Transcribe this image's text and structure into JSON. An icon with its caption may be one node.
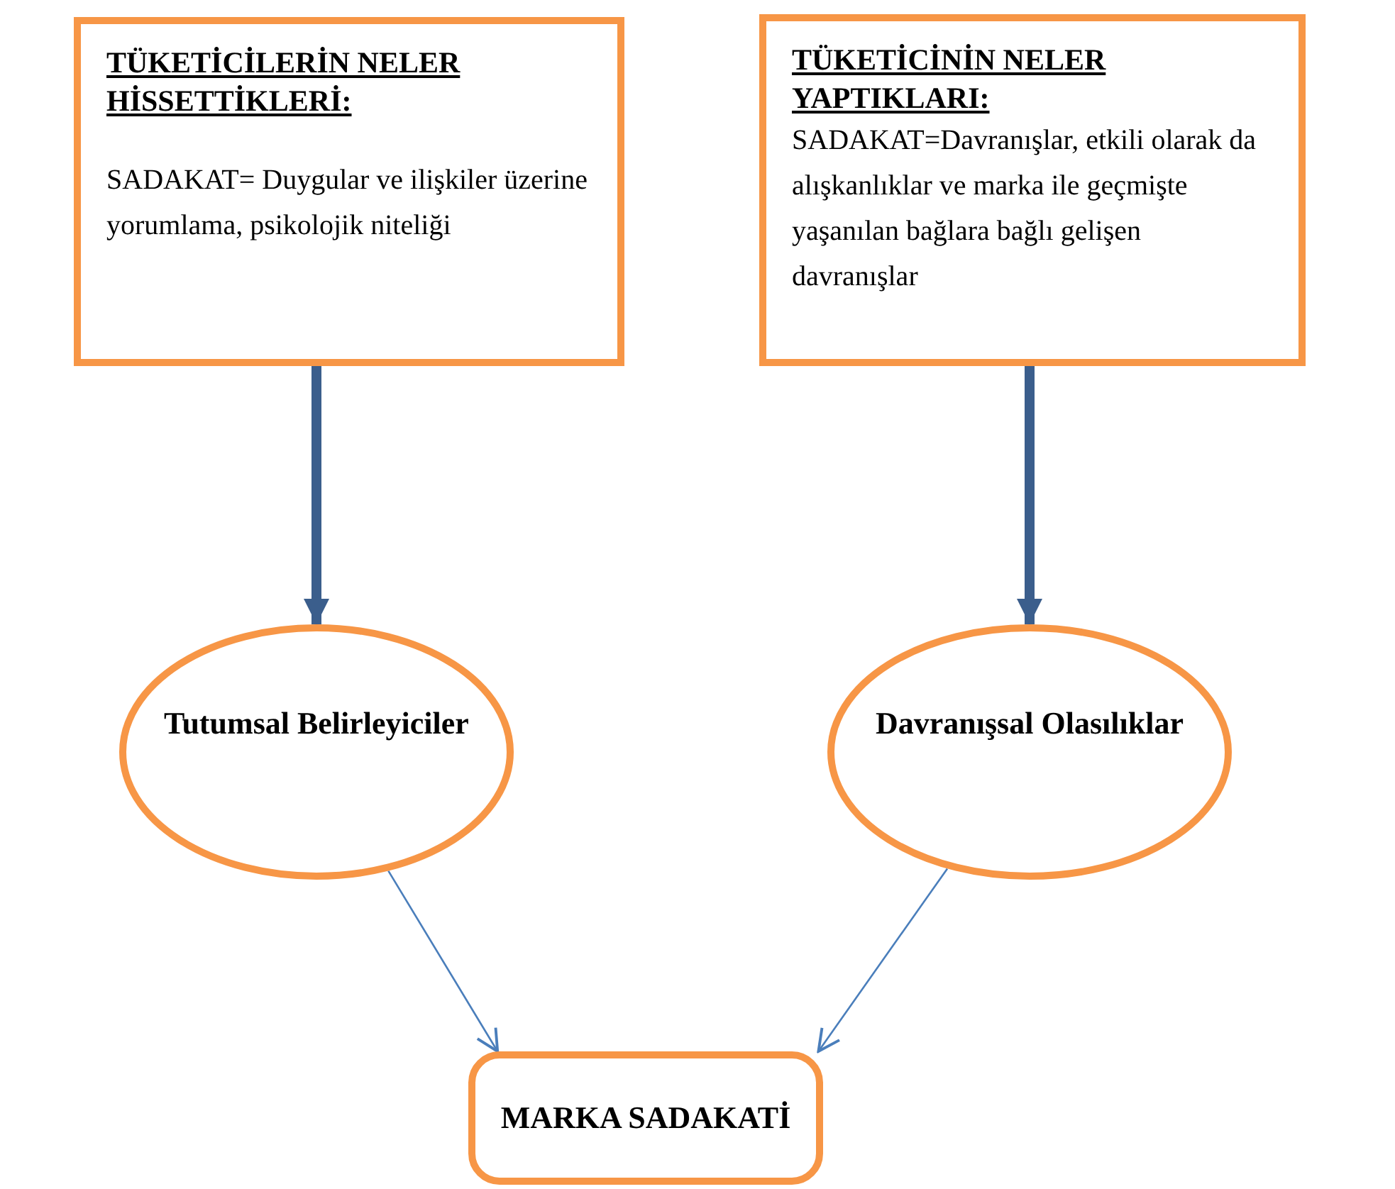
{
  "diagram": {
    "nodes": [
      {
        "text": [
          "TÜKETİCİLERİN NELER HİSSETTİKLERİ:",
          "SADAKAT= Duygular ve ilişkiler üzerine yorumlama, psikolojik niteliği"
        ]
      },
      {
        "text": [
          "TÜKETİCİNİN NELER YAPTIKLARI:",
          "SADAKAT=Davranışlar, etkili olarak da alışkanlıklar ve marka ile geçmişte yaşanılan bağlara bağlı gelişen davranışlar"
        ]
      },
      {
        "text": [
          "Tutumsal Belirleyiciler"
        ]
      },
      {
        "text": [
          "Davranışsal Olasılıklar"
        ]
      },
      {
        "text": [
          "MARKA SADAKATİ"
        ]
      }
    ],
    "edges": [
      {
        "from": 0,
        "to": 2,
        "arrow": "to",
        "style": "thick",
        "color": "#3b5e8c"
      },
      {
        "from": 1,
        "to": 3,
        "arrow": "to",
        "style": "thick",
        "color": "#3b5e8c"
      },
      {
        "from": 2,
        "to": 4,
        "arrow": "to"
      },
      {
        "from": 3,
        "to": 4,
        "arrow": "to"
      }
    ]
  }
}
